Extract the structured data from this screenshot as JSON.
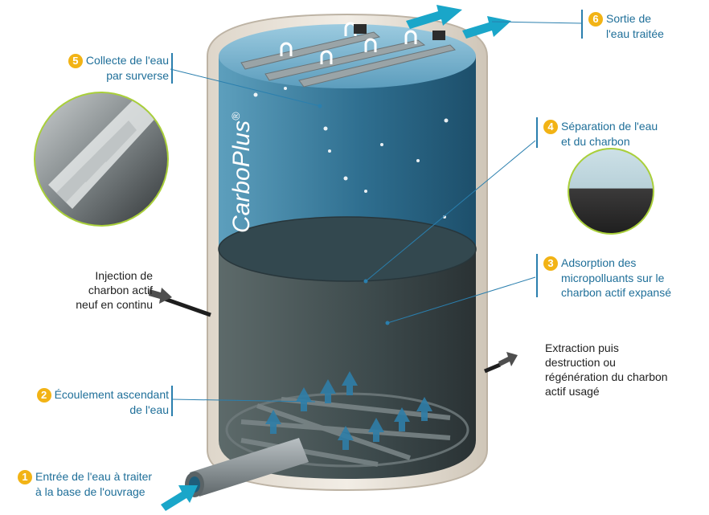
{
  "brand": "CarboPlus",
  "brand_mark": "®",
  "steps": [
    {
      "number": "1",
      "lines": [
        "Entrée de l'eau à traiter",
        "à la base de l'ouvrage"
      ]
    },
    {
      "number": "2",
      "lines": [
        "Écoulement ascendant",
        "de l'eau"
      ]
    },
    {
      "number": "3",
      "lines": [
        "Adsorption des",
        "micropolluants sur le",
        "charbon actif expansé"
      ]
    },
    {
      "number": "4",
      "lines": [
        "Séparation de l'eau",
        "et du charbon"
      ]
    },
    {
      "number": "5",
      "lines": [
        "Collecte de l'eau",
        "par surverse"
      ]
    },
    {
      "number": "6",
      "lines": [
        "Sortie de",
        "l'eau traitée"
      ]
    }
  ],
  "side_notes": {
    "injection": [
      "Injection de",
      "charbon actif",
      "neuf en continu"
    ],
    "extraction": [
      "Extraction puis",
      "destruction ou",
      "régénération du charbon",
      "actif usagé"
    ]
  },
  "colors": {
    "accent_blue": "#1f6f99",
    "number_badge": "#f2b315",
    "water": "#2f6f90",
    "carbon": "#3d4a4c",
    "arrow_cyan": "#1aa6c9"
  }
}
